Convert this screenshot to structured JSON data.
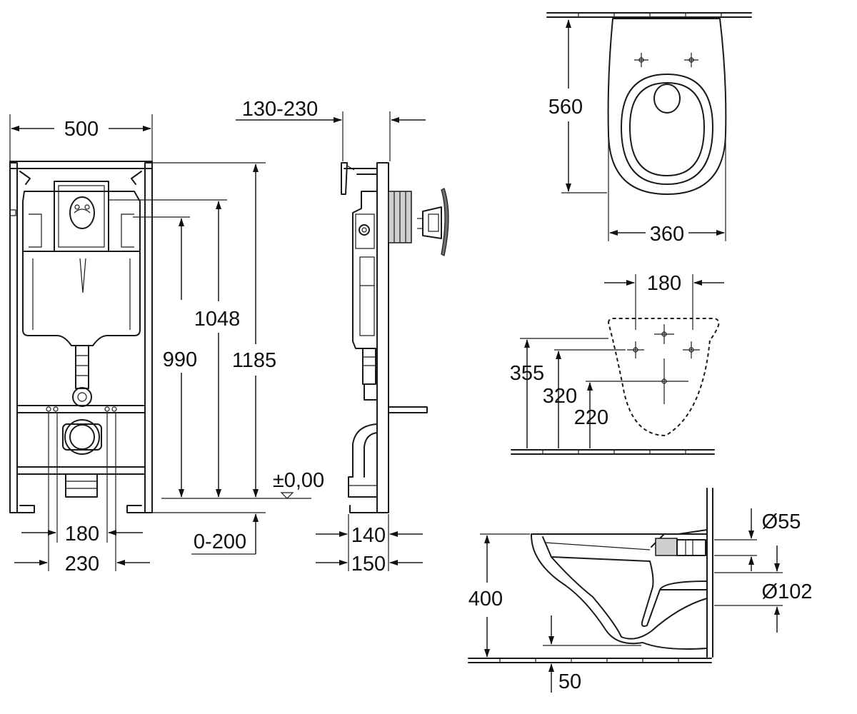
{
  "dimensions": {
    "frame_width": "500",
    "frame_height_total": "1185",
    "height_1048": "1048",
    "height_990": "990",
    "height_adjust": "0-200",
    "floor_level": "±0,00",
    "spacing_180": "180",
    "spacing_230": "230",
    "depth_range": "130-230",
    "depth_140": "140",
    "depth_150": "150",
    "bowl_length": "560",
    "bowl_width": "360",
    "bolt_spacing": "180",
    "height_355": "355",
    "height_320": "320",
    "height_220": "220",
    "bowl_height": "400",
    "diameter_55": "Ø55",
    "diameter_102": "Ø102",
    "offset_50": "50"
  }
}
